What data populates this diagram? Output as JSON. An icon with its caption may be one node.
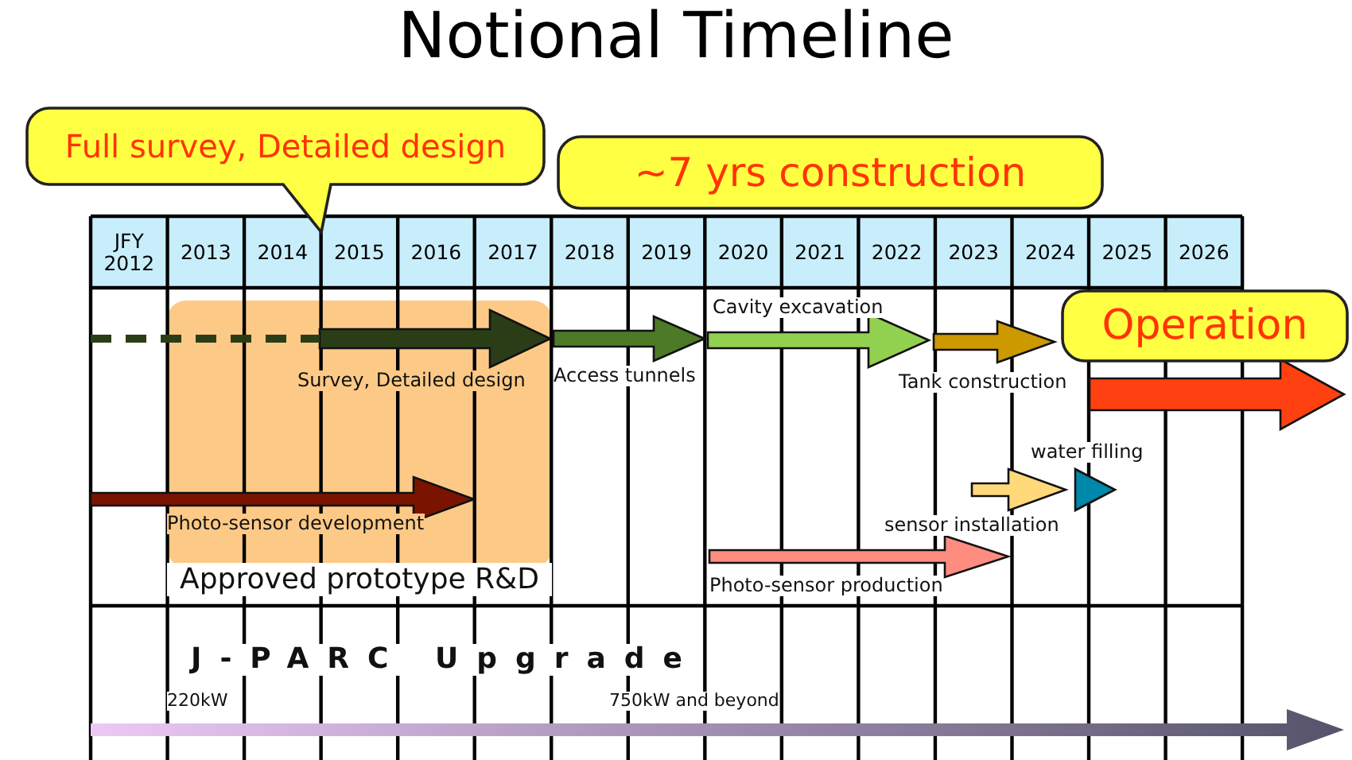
{
  "diagram": {
    "title": "Notional Timeline",
    "nodes": [
      {
        "text": [
          "Full survey, Detailed design"
        ]
      },
      {
        "text": [
          "~7 yrs construction"
        ]
      },
      {
        "text": [
          "Operation"
        ]
      },
      {
        "text": [
          "Approved prototype R&D"
        ]
      }
    ],
    "labels": [
      "JFY 2012",
      "2013",
      "2014",
      "2015",
      "2016",
      "2017",
      "2018",
      "2019",
      "2020",
      "2021",
      "2022",
      "2023",
      "2024",
      "2025",
      "2026",
      "Cavity excavation",
      "Survey, Detailed design",
      "Access tunnels",
      "Tank construction",
      "water filling",
      "Photo-sensor development",
      "sensor installation",
      "Photo-sensor production",
      "J-PARC Upgrade",
      "220kW",
      "750kW and beyond"
    ]
  }
}
